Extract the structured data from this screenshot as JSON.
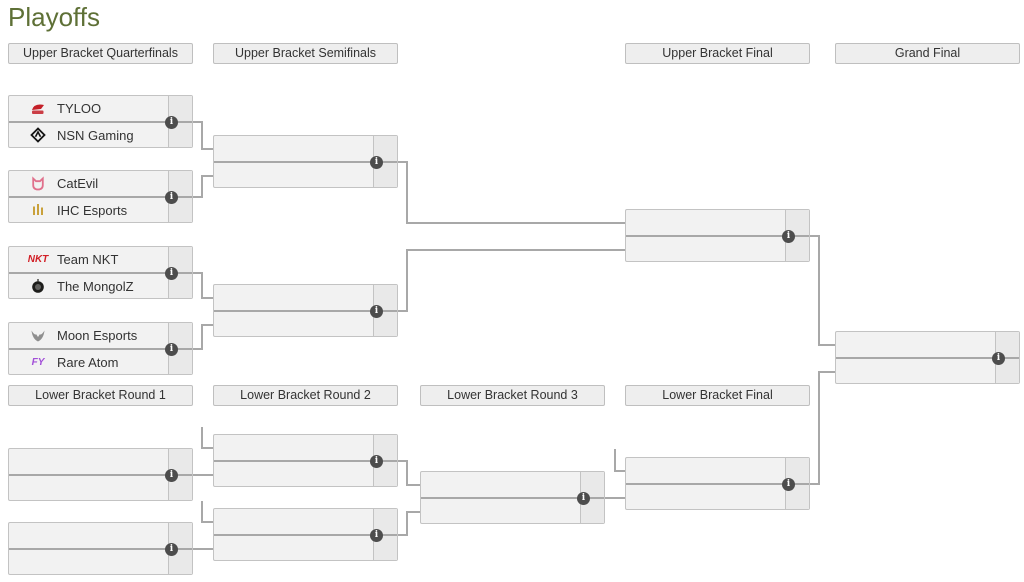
{
  "title": "Playoffs",
  "rounds": {
    "upper": [
      "Upper Bracket Quarterfinals",
      "Upper Bracket Semifinals",
      "Upper Bracket Final",
      "Grand Final"
    ],
    "lower": [
      "Lower Bracket Round 1",
      "Lower Bracket Round 2",
      "Lower Bracket Round 3",
      "Lower Bracket Final"
    ]
  },
  "matches": {
    "ub_qf1": {
      "top": {
        "name": "TYLOO",
        "logo_color": "#c41f28"
      },
      "bottom": {
        "name": "NSN Gaming",
        "logo_color": "#141414"
      }
    },
    "ub_qf2": {
      "top": {
        "name": "CatEvil",
        "logo_color": "#e0708c"
      },
      "bottom": {
        "name": "IHC Esports",
        "logo_color": "#c9a13b"
      }
    },
    "ub_qf3": {
      "top": {
        "name": "Team NKT",
        "logo_color": "#d22027",
        "logo_text": "NKT"
      },
      "bottom": {
        "name": "The MongolZ",
        "logo_color": "#1d1d1b"
      }
    },
    "ub_qf4": {
      "top": {
        "name": "Moon Esports",
        "logo_color": "#8f8f8f"
      },
      "bottom": {
        "name": "Rare Atom",
        "logo_color": "#a24fd8",
        "logo_text": "FY"
      }
    }
  },
  "icons": {
    "info_glyph": "i"
  },
  "colors": {
    "title": "#5e7036",
    "connector": "#a8a8a8",
    "box_bg": "#f2f2f2",
    "score_bg": "#e9e9e9",
    "box_border": "#c3c3c3",
    "info_bg": "#4d4d4d"
  }
}
